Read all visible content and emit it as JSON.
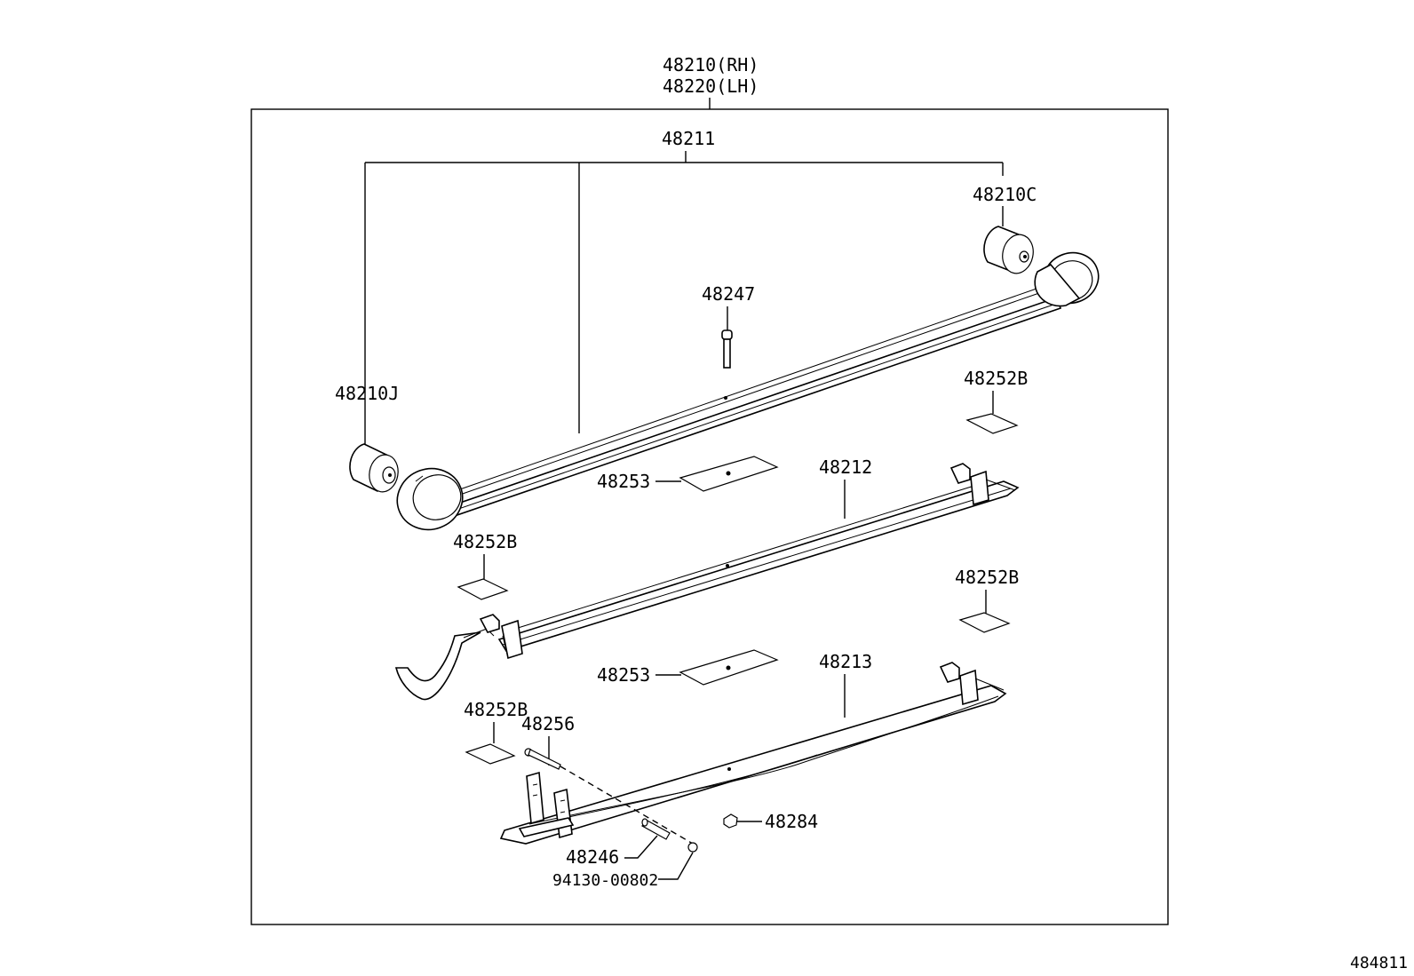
{
  "labels": {
    "assy_rh": "48210(RH)",
    "assy_lh": "48220(LH)",
    "leaf_no1": "48211",
    "bushing_front": "48210C",
    "center_bolt": "48247",
    "bushing_rear": "48210J",
    "pad_top_right": "48252B",
    "insert_upper": "48253",
    "leaf_no2": "48212",
    "pad_mid_left": "48252B",
    "pad_mid_right": "48252B",
    "insert_lower": "48253",
    "leaf_no3": "48213",
    "pad_bottom_left": "48252B",
    "clip_bolt": "48256",
    "clip_nut": "48284",
    "clip_spacer": "48246",
    "rivet": "94130-00802",
    "figure_number": "484811"
  }
}
